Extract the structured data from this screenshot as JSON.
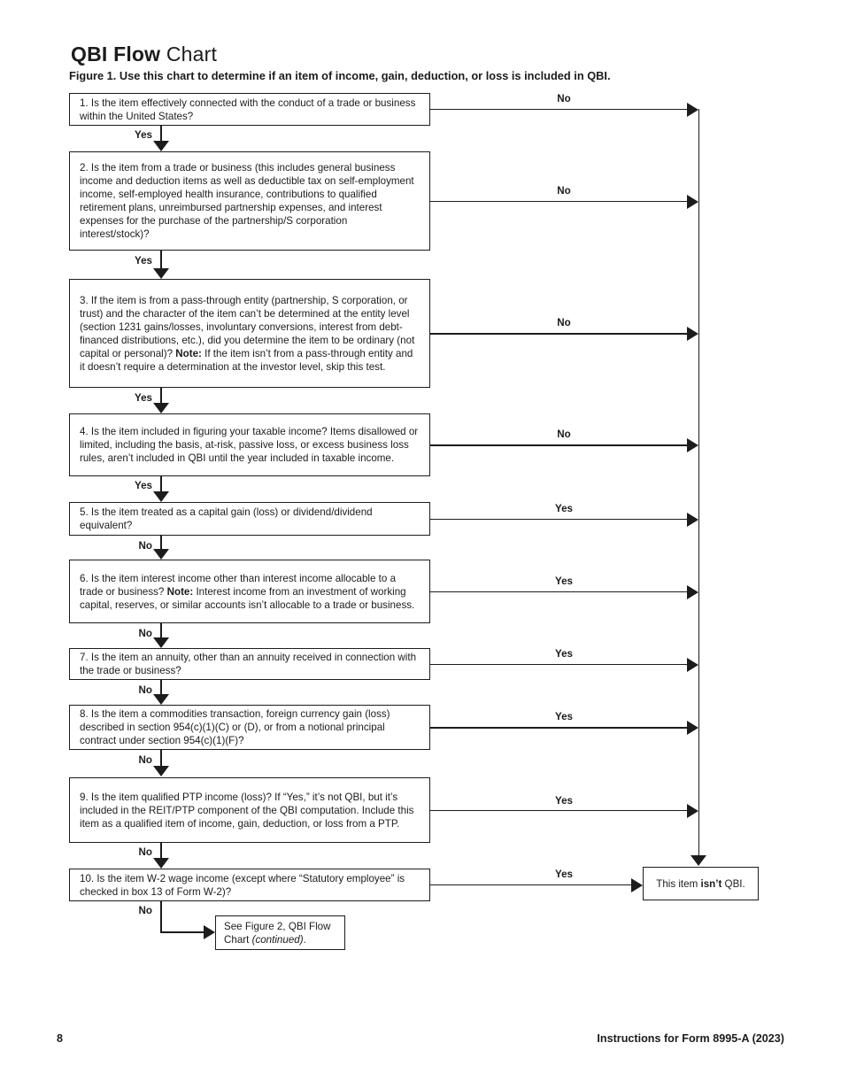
{
  "header": {
    "title_bold": "QBI Flow",
    "title_regular": "Chart",
    "figure_caption": "Figure 1. Use this chart to determine if an item of income, gain, deduction, or loss is included in QBI."
  },
  "flow": {
    "boxes": [
      {
        "text1": "1. Is the item effectively connected with the conduct of a trade or business within the United States?",
        "right_label": "No",
        "down_label": "Yes"
      },
      {
        "text1": "2. Is the item from a trade or business (this includes general business income and deduction items as well as deductible tax on self-employment income, self-employed health insurance, contributions to qualified retirement plans, unreimbursed partnership expenses, and interest expenses for the purchase of the partnership/S corporation interest/stock)?",
        "right_label": "No",
        "down_label": "Yes"
      },
      {
        "text1": "3. If the item is from a pass-through entity (partnership, S corporation, or trust) and the character of the item can’t be determined at the entity level (section 1231 gains/losses, involuntary conversions, interest from debt-financed distributions, etc.), did you determine the item to be ordinary (not capital or personal)? ",
        "bold": "Note:",
        "text2": " If the item isn’t from a pass-through entity and it doesn’t require a determination at the investor level, skip this test.",
        "right_label": "No",
        "down_label": "Yes"
      },
      {
        "text1": "4. Is the item included in figuring your taxable income? Items disallowed or limited, including the basis, at-risk, passive loss, or excess business loss rules, aren’t included in QBI until the year included in taxable income.",
        "right_label": "No",
        "down_label": "Yes"
      },
      {
        "text1": "5. Is the item treated as a capital gain (loss) or dividend/dividend equivalent?",
        "right_label": "Yes",
        "down_label": "No"
      },
      {
        "text1": "6. Is the item interest income other than interest income allocable to a trade or business? ",
        "bold": "Note:",
        "text2": " Interest income from an investment of working capital, reserves, or similar accounts isn’t allocable to a trade or business.",
        "right_label": "Yes",
        "down_label": "No"
      },
      {
        "text1": "7. Is the item an annuity, other than an annuity received in connection with the trade or business?",
        "right_label": "Yes",
        "down_label": "No"
      },
      {
        "text1": "8. Is the item a commodities transaction, foreign currency gain (loss) described in section 954(c)(1)(C) or (D), or from a notional principal contract under section 954(c)(1)(F)?",
        "right_label": "Yes",
        "down_label": "No"
      },
      {
        "text1": "9. Is the item qualified PTP income (loss)? If “Yes,” it’s not QBI, but it’s included in the REIT/PTP component of the QBI computation. Include this item as a qualified item of income, gain, deduction, or loss from a PTP.",
        "right_label": "Yes",
        "down_label": "No"
      },
      {
        "text1": "10. Is the item W-2 wage income (except where “Statutory employee” is checked in box 13 of Form W-2)?",
        "right_label": "Yes",
        "down_label": "No"
      }
    ],
    "not_qbi_box": {
      "text1": "This item ",
      "bold": "isn’t",
      "text2": " QBI."
    },
    "figure2_box": {
      "text1": "See Figure 2, QBI Flow Chart ",
      "italic": "(continued)",
      "text2": "."
    }
  },
  "footer": {
    "page_number": "8",
    "doc_title": "Instructions for Form 8995-A (2023)"
  }
}
